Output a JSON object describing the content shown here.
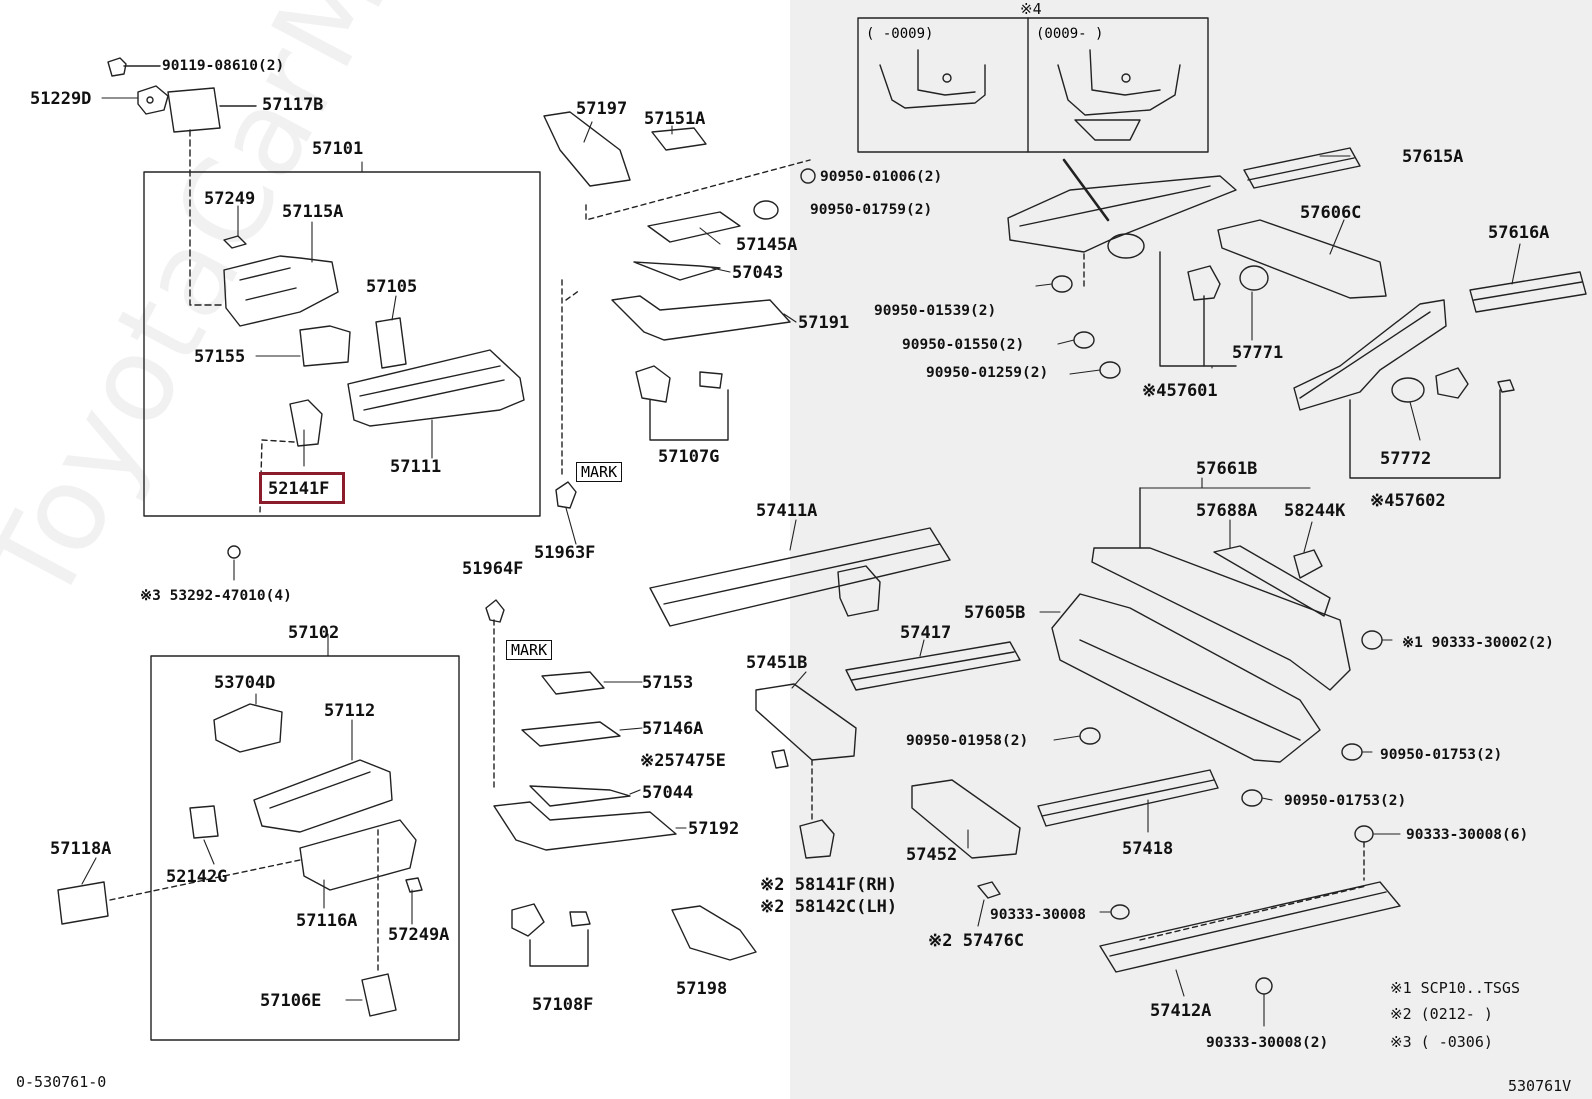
{
  "watermark": "ToyotaCarMir.ru",
  "corner_codes": {
    "bottom_left": "0-530761-0",
    "bottom_right": "530761V"
  },
  "highlighted_part": "52141F",
  "inset": {
    "label": "※4",
    "left_header": "(      -0009)",
    "right_header": "(0009-       )"
  },
  "mark_label": "MARK",
  "footnotes": [
    {
      "mark": "※1",
      "text": "SCP10..TSGS"
    },
    {
      "mark": "※2",
      "text": "(0212-      )"
    },
    {
      "mark": "※3",
      "text": "(      -0306)"
    }
  ],
  "labels": {
    "p90119": "90119-08610(2)",
    "p51229D": "51229D",
    "p57117B": "57117B",
    "p57101": "57101",
    "p57249": "57249",
    "p57115A": "57115A",
    "p57105": "57105",
    "p57155": "57155",
    "p57111": "57111",
    "p52141F": "52141F",
    "p53292": "※3 53292-47010(4)",
    "p57197": "57197",
    "p57151A": "57151A",
    "p90950_01006": "90950-01006(2)",
    "p90950_01759": "90950-01759(2)",
    "p57145A": "57145A",
    "p57043": "57043",
    "p57191": "57191",
    "p57107G": "57107G",
    "p51963F": "51963F",
    "p57102": "57102",
    "p53704D": "53704D",
    "p57112": "57112",
    "p57118A": "57118A",
    "p52142G": "52142G",
    "p57116A": "57116A",
    "p57249A": "57249A",
    "p57106E": "57106E",
    "p51964F": "51964F",
    "p57153": "57153",
    "p57146A": "57146A",
    "p57475E": "※257475E",
    "p57044": "57044",
    "p57192": "57192",
    "p57108F": "57108F",
    "p57198": "57198",
    "p57411A": "57411A",
    "p57451B": "57451B",
    "p57417": "57417",
    "p58141F": "※2 58141F(RH)",
    "p58142C": "※2 58142C(LH)",
    "p57452": "57452",
    "p57476C": "※2 57476C",
    "p90333_30008a": "90333-30008",
    "p57615A": "57615A",
    "p57606C": "57606C",
    "p57616A": "57616A",
    "p90950_01539": "90950-01539(2)",
    "p90950_01550": "90950-01550(2)",
    "p90950_01259": "90950-01259(2)",
    "p57771": "57771",
    "p57601": "※457601",
    "p57772": "57772",
    "p57602": "※457602",
    "p57661B": "57661B",
    "p57688A": "57688A",
    "p58244K": "58244K",
    "p57605B": "57605B",
    "p90333_30002": "※1 90333-30002(2)",
    "p90950_01958": "90950-01958(2)",
    "p90950_01753a": "90950-01753(2)",
    "p90950_01753b": "90950-01753(2)",
    "p90333_30008b": "90333-30008(6)",
    "p57418": "57418",
    "p57412A": "57412A",
    "p90333_30008c": "90333-30008(2)"
  }
}
